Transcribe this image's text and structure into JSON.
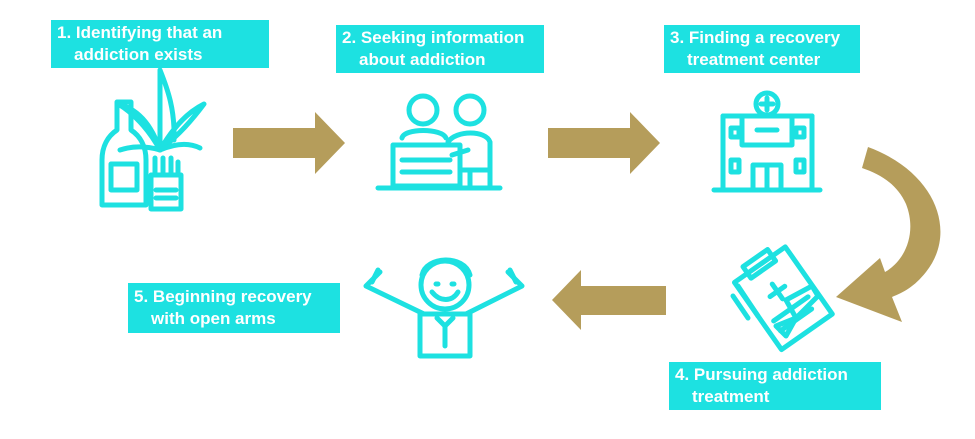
{
  "steps": [
    {
      "number": "1.",
      "line1": "Identifying that an",
      "line2": "addiction exists",
      "icon": "alcohol-cannabis-cigarettes-icon"
    },
    {
      "number": "2.",
      "line1": "Seeking information",
      "line2": "about addiction",
      "icon": "consultation-desk-icon"
    },
    {
      "number": "3.",
      "line1": "Finding a recovery",
      "line2": "treatment center",
      "icon": "hospital-building-icon"
    },
    {
      "number": "4.",
      "line1": "Pursuing addiction",
      "line2": "treatment",
      "icon": "medical-clipboard-icon"
    },
    {
      "number": "5.",
      "line1": "Beginning recovery",
      "line2": "with open arms",
      "icon": "celebrating-person-icon"
    }
  ],
  "colors": {
    "label_bg": "#1de1e1",
    "label_text": "#ffffff",
    "icon": "#1de1e1",
    "arrow": "#b59d5b"
  }
}
